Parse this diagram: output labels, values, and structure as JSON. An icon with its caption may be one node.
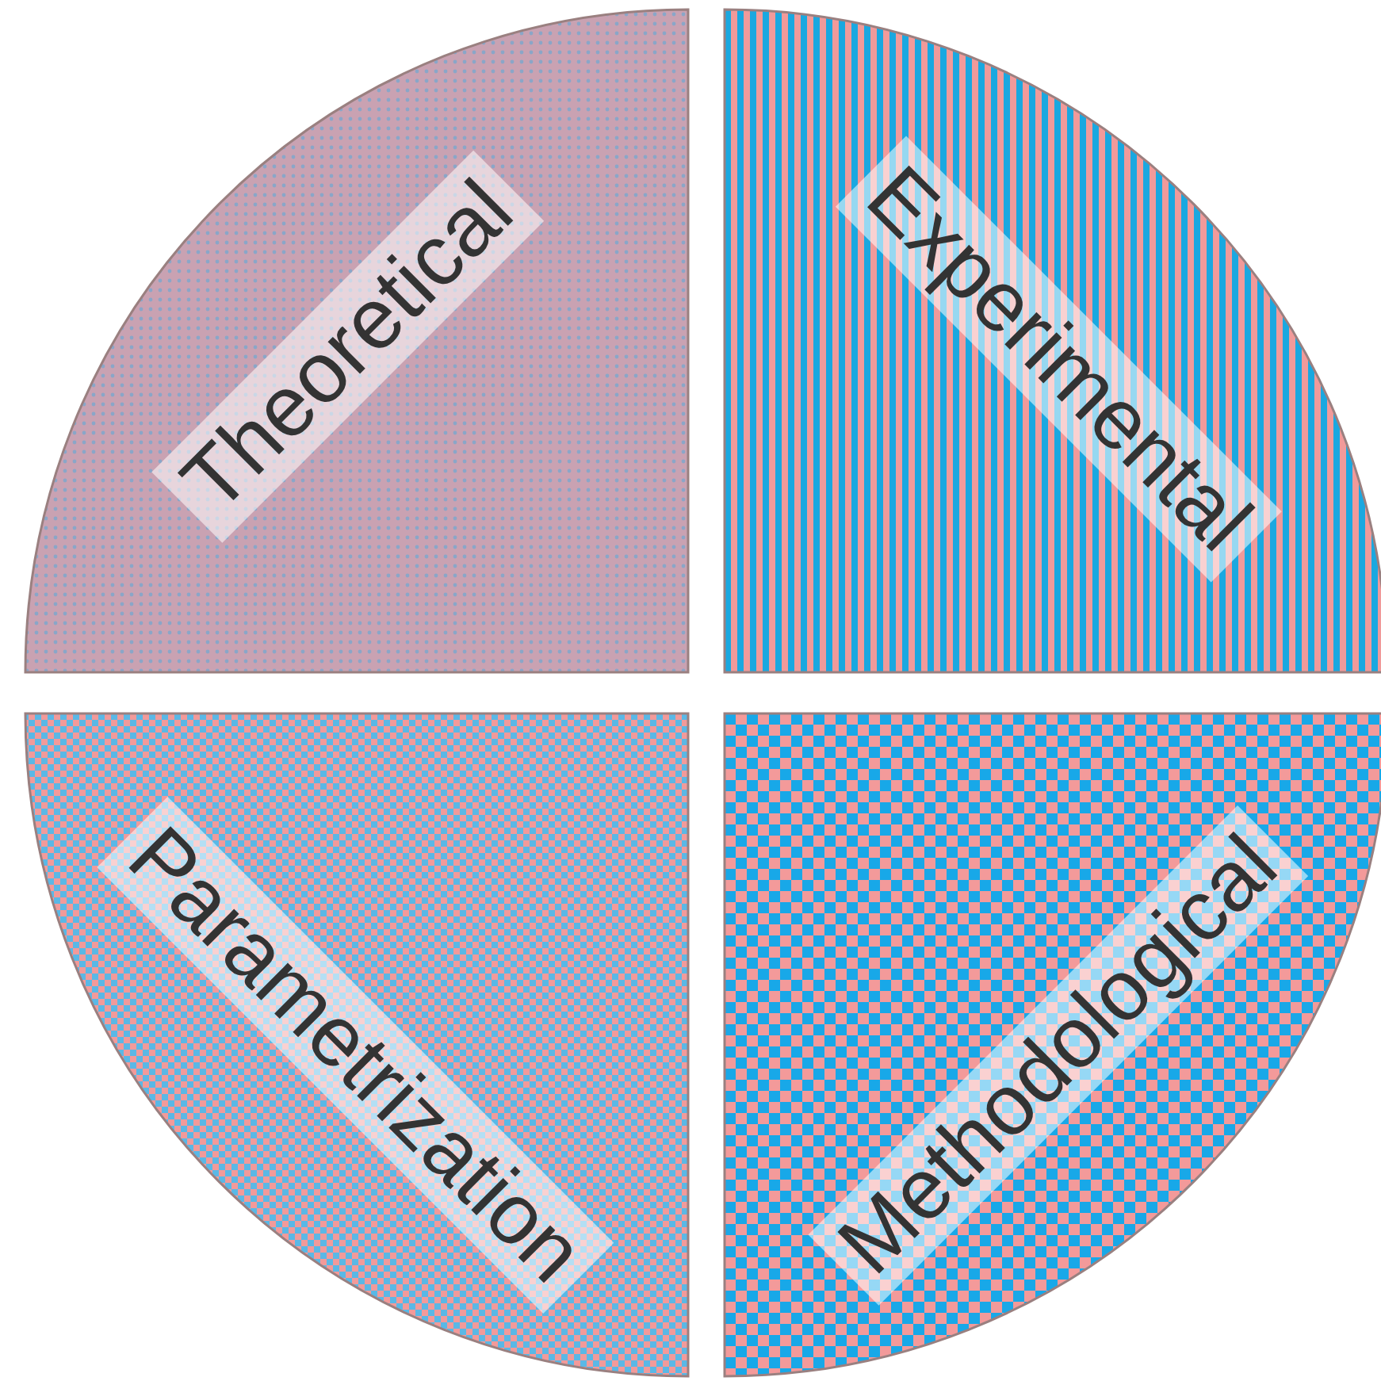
{
  "diagram": {
    "nodes": [
      {
        "text": [
          "Theoretical"
        ]
      },
      {
        "text": [
          "Experimental"
        ]
      },
      {
        "text": [
          "Parametrization"
        ]
      },
      {
        "text": [
          "Methodological"
        ]
      }
    ]
  }
}
